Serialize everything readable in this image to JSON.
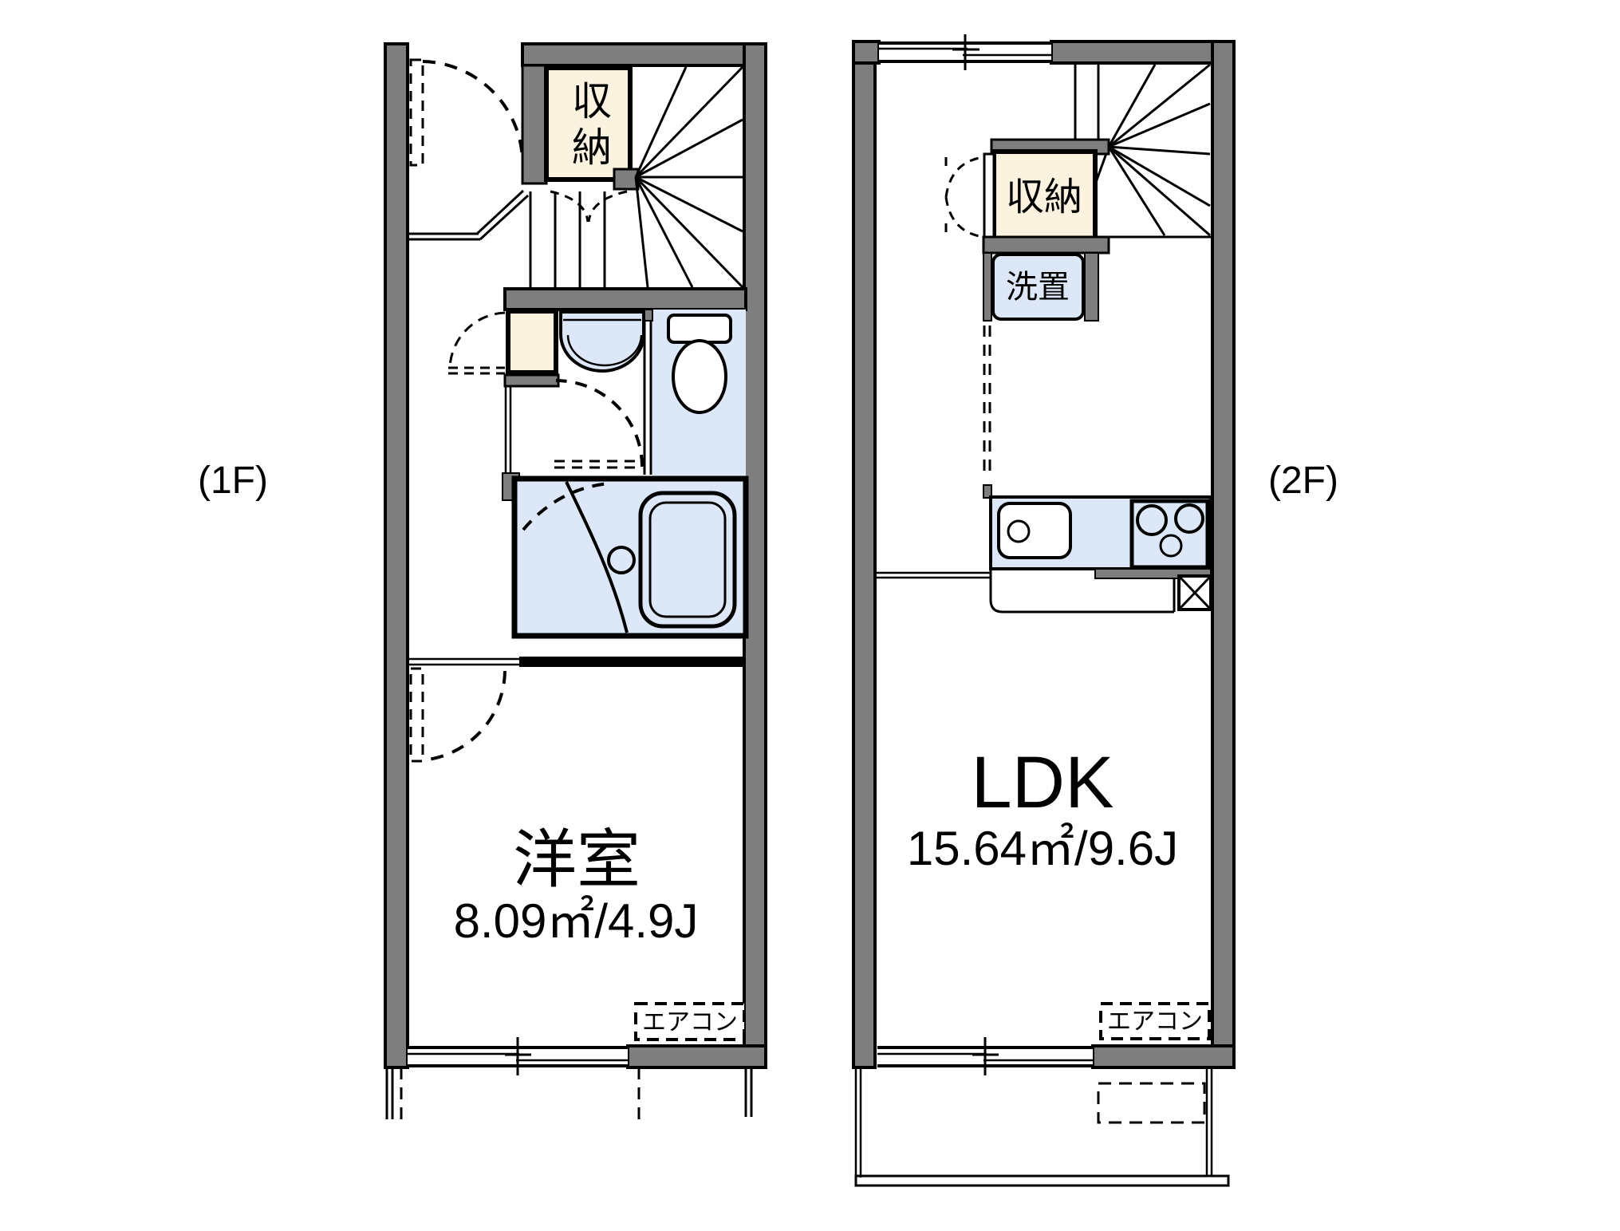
{
  "plan_type": "apartment-floorplan",
  "floor1": {
    "label": "(1F)",
    "room_name": "洋室",
    "room_area": "8.09㎡/4.9J",
    "storage": "収納",
    "aircon": "エアコン"
  },
  "floor2": {
    "label": "(2F)",
    "room_name": "LDK",
    "room_area": "15.64㎡/9.6J",
    "storage": "収納",
    "laundry": "洗置",
    "aircon": "エアコン"
  },
  "colors": {
    "wall_gray": "#7E7E7E",
    "storage_cream": "#FBF2DF",
    "fixture_blue": "#DCE8F7",
    "line_black": "#000000",
    "background": "#FFFFFF"
  }
}
